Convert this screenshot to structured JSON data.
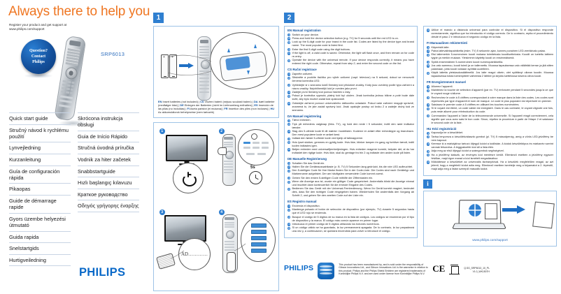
{
  "cover": {
    "title": "Always there to help you",
    "register_line1": "Register your product and get support at",
    "register_line2": "www.philips.com/support",
    "badge_line1": "Question?",
    "badge_line2": "Contact",
    "badge_line3": "Philips",
    "model": "SRP6013",
    "brand": "PHILIPS",
    "languages_col1": [
      "Quick start guide",
      "Stručný návod k rychlému použití",
      "Lynvejledning",
      "Kurzanleitung",
      "Guía de configuración rápida",
      "Pikaopas",
      "Guide de démarrage rapide",
      "Gyors üzembe helyezési útmutató",
      "Guida rapida",
      "Snelstartgids",
      "Hurtigveiledning"
    ],
    "languages_col2": [
      "Skrócona instrukcja obsługi",
      "Guia de Início Rápido",
      "Stručná úvodná príručka",
      "Vodnik za hiter začetek",
      "Snabbstartguide",
      "Hızlı başlangıç kılavuzu",
      "Краткое руководство",
      "Οδηγός γρήγορης έναρξης"
    ]
  },
  "panel1": {
    "number": "1",
    "battery_caption_parts": [
      {
        "code": "EN",
        "text": " Insert batteries (not included) | "
      },
      {
        "code": "CS",
        "text": " Vložení baterií (nejsou součástí balení) | "
      },
      {
        "code": "DA",
        "text": " Isæt batterier (medfølger ikke) | "
      },
      {
        "code": "DE",
        "text": " Einlegen der Batterien (nicht im Lieferumfang enthalten) | "
      },
      {
        "code": "ES",
        "text": " Inserción de las pilas (no incluidas) | "
      },
      {
        "code": "FI",
        "text": " Aseta paristot (ei mukana) | "
      },
      {
        "code": "FR",
        "text": " Insertion des piles (non incluses) | "
      },
      {
        "code": "HU",
        "text": " Az akkumulátorok behelyezése (nem tartozék)"
      }
    ],
    "steps": [
      "1",
      "2",
      "3",
      "4"
    ],
    "hold_label": "5s",
    "tv_brand_label": "AD…………"
  },
  "panel2": {
    "number": "2",
    "info_number": "i",
    "info_url": "www.philips.com/support",
    "sections_col1": [
      {
        "code": "EN",
        "title": "Manual registration",
        "steps": [
          "Switch on your device.",
          "Press and hold the device selection button (e.g. TV) for 5 seconds until the red LED is on.",
          "Look up the 5-digit code for your brand in the code list. Codes are listed by the device type and brand name. The most popular code is listed first.",
          "Enter the first 5-digit code using the digit buttons.",
          "If the light is off, a valid code is saved. Otherwise, the light will flash once, and then remain on for code re-entry.",
          "Operate the device with the universal remote. If your device responds correctly, it means you have entered the right code. Otherwise, repeat from step 2, and enter the second code on the list."
        ]
      },
      {
        "code": "CS",
        "title": "Ruční registrace",
        "steps": [
          "Zapněte zařízení.",
          "Stiskněte a podržte tlačítko pro výběr zařízení (např. televizor) na 5 sekund, dokud se nerozsvítí červená kontrolka LED.",
          "Vyhledejte si v seznamu kódů 5místný kód příslušné značky. Kódy jsou uvedeny podle typu zařízení a názvu značky. Nejoblíbenější kód je uveden jako první.",
          "Zadejte první 5místný kód pomocí tlačítek s čísly.",
          "Pokud je kontrolka vypnutá, platný kód byl uložen. Jinak kontrolka jednou blikne a poté bude dále svítit, aby bylo možné zadat kód opakovaně.",
          "Ovládejte zařízení pomocí univerzálního dálkového ovladače. Pokud vaše zařízení reaguje správně, znamená to, že jste zadali správný kód. Jinak opakujte postup od kroku 2 a zadejte druhý kód ze seznamu."
        ]
      },
      {
        "code": "DA",
        "title": "Manuel registrering",
        "steps": [
          "Tænd enheden.",
          "Tryk på enhedens valgknap (feks. TV), og hold den nede i 5 sekunder, indtil den røde indikator tænder.",
          "Slag den 5-cifrede kode til dit mærke i kodelisten. Koderne er anført efter enhedstype og brandnavn. Den mest populære kode er anført først.",
          "Indtast den første 5-cifrede kode ved hjælp af talknapperne.",
          "Hvis lyset slukker, gemmes en gyldig kode. Hvis ikke, blinker lampen én gang og forbliver tændt, indtil koden indtastes igen.",
          "Betjen enheden med universalfjernbetjeningen. Hvis enheden reagerer korrekt, betyder det, at du har indtastet den rigtige kode. Hvis ikke, skal du gentage fra trin 2 og indtaste den anden kode på listen."
        ]
      },
      {
        "code": "DE",
        "title": "Manuelle Registrierung",
        "steps": [
          "Schalten Sie das Gerät ein.",
          "Halten Sie die Geräteauswahltaste (z. B. TV) 5 Sekunden lang gedrückt, bis die rote LED aufleuchtet.",
          "Den 5-stelligen Code für Ihre Marke finden Sie in der Code-Liste. Die Codes sind nach Gerätetyp und Markenname aufgelistet. Der am häufigsten verwendete Code kommt zuerst.",
          "Geben Sie den ersten 5-stelligen Code mithilfe der Zifferntasten ein.",
          "Wenn die Anzeige aus ist, wurde ein gültiger Code gespeichert. Andernfalls blinkt die Anzeige einmal und leuchtet dann kontinuierlich für die erneute Eingabe des Codes.",
          "Bedienen Sie das Gerät mit der Universal-Fernbedienung. Wenn Ihr Gerät korrekt reagiert, bedeutet dies, dass Sie den richtigen Code eingegeben haben. Wiederholen Sie andernfalls den Vorgang ab Schritt 2, und geben Sie den zweiten Code auf der Liste ein."
        ]
      },
      {
        "code": "ES",
        "title": "Registro manual",
        "steps": [
          "Encienda el dispositivo.",
          "Mantenga pulsado el botón de selección de dispositivo (por ejemplo, TV) durante 5 segundos hasta que el LED rojo se encienda.",
          "Busque el código de 5 dígitos de su marca en la lista de códigos. Los códigos se enumeran por el tipo de dispositivo y la marca. El código más común aparece en primer lugar.",
          "Introduzca el primer código de 5 dígitos utilizando los botones numéricos.",
          "Si un código válido se ha guardado, la luz permanecerá apagada. De lo contrario, la luz parpadeará una vez y, a continuación, se quedará encendida para volver a introducir el código."
        ]
      }
    ],
    "sections_col2": [
      {
        "code": "",
        "title": "",
        "steps": [
          "Utilice el mando a distancia universal para controlar el dispositivo. Si el dispositivo responde correctamente, significa que ha introducido el código correcto. De lo contrario, repita el procedimiento desde el paso 2 e introduzca el segundo código en la lista."
        ]
      },
      {
        "code": "FI",
        "title": "Manuaalinen rekisteröinti",
        "steps": [
          "Käynnistä laite.",
          "Paina laitevalintapainiketta (esim. TV) 5 sekunnin ajan, kunnes punainen LED-merkkivalo palaa.",
          "Etsi laitemerkin 5-numeroinen koodi mukana toimitetusta koodiluettelosta. Koodit on lueteltu laitteen tyypin ja merkin mukaan. Yleisimmin käytetty koodi on ensimmäisenä.",
          "Syötä ensimmäinen 5-numeroinen koodi numeropainikkeilla.",
          "Jos valo sammuu, koodi toimii ja on tallennettu. Muussa tapauksessa valo välähtää kerran ja jää sitten palamaan, jotta koodi voidaan syöttää uudelleen.",
          "Käytä laitetta yleiskaukosäätimellä. Jos laite reagoi oikein, olet syöttänyt oikean koodin. Muussa tapauksessa toista toimenpiteet vaiheesta 2 lähtien ja kirjoita luettelossa toisena oleva koodi."
        ]
      },
      {
        "code": "FR",
        "title": "Enregistrement manuel",
        "steps": [
          "Allumez l'appareil.",
          "Maintenez la touche de sélection d'appareil (par ex. TV) enfoncée pendant 5 secondes jusqu'à ce que le voyant rouge s'allume.",
          "Recherchez le code à 5 chiffres correspondant à votre marque dans la liste des codes. Les codes sont répertoriés par type d'appareil et nom de marque. Le code le plus populaire est répertorié en premier.",
          "Saisissez le premier code à 5 chiffres en utilisant les touches numérotées.",
          "Si le voyant est éteint, un code valide est enregistré. Dans le cas contraire, le voyant clignote une fois, puis reste allumé pour réintroduction du code.",
          "Commandez l'appareil à l'aide de la télécommande universelle. Si l'appareil réagit correctement, cela signifie que vous avez saisi le bon code. Sinon, répétez la procédure à partir de l'étape 2 et saisissez le second code de la liste."
        ]
      },
      {
        "code": "HU",
        "title": "Kézi regisztráció",
        "steps": [
          "Kapcsolja be a készüléket.",
          "Tartsa lenyomva a készülékválasztó gombot (pl. TV) 5 másodpercig, amíg a vörös LED-jelzőfény be nem kapcsol.",
          "Keresse ki a márkájához tartozó ötjegyű kódot a kódlistán. A kódok készüléktípus és márkanév szerint vannak felsorolva. A leggyakoribb kód áll a lista élén.",
          "Adja meg az első ötjegyű kódot a számgombok segítségével.",
          "Ha a jelzőfény kialszik, az érvényes kód mentésre került. Ellenkező esetben a jelzőfény egyszer felvillan, majd égve marad a kód ismételt megadásához.",
          "Működtesse a készüléket az univerzális táviranyítóval. Ha a készülék megfelelően reagál, az azt jelenti, hogy a megfelelő kódot adta meg. Ellenkező esetben ismételje meg a folyamatot a 2. lépéstől, majd adja meg a listán szereplő második kódot."
        ]
      }
    ]
  },
  "footer": {
    "brand": "PHILIPS",
    "legal": "This product has been manufactured by, and is sold under the responsibility of Gibson Innovations Ltd., and Gibson Innovations Ltd. is the warrantor in relation to this product. Philips and the Philips Shield Emblem are registered trademarks of Koninklijke Philips N.V. and are used under license from Koninklijke Philips N.V.",
    "ce_mark": "CE",
    "code_line1": "Q.SG_SRP6013_10_PL",
    "code_line2": "V1.0_WK1507H"
  },
  "colors": {
    "accent_blue": "#2f7fd0",
    "brand_blue": "#0a69c8",
    "orange": "#ef7622",
    "heading_blue": "#0b4f9e"
  }
}
